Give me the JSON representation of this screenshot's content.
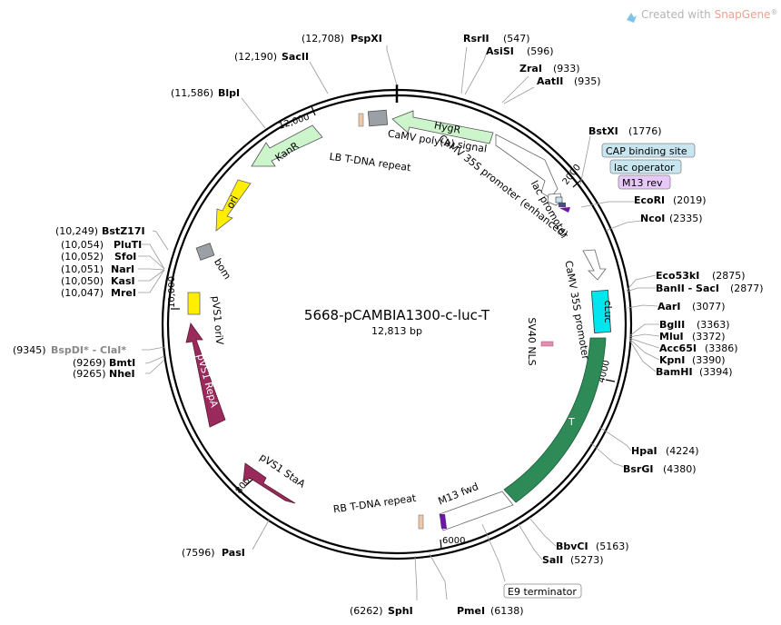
{
  "watermark": {
    "prefix": "Created with ",
    "brand": "SnapGene",
    "mark": "®"
  },
  "plasmid": {
    "name": "5668-pCAMBIA1300-c-luc-T",
    "size": "12,813 bp"
  },
  "ticks": [
    "2000",
    "4000",
    "6000",
    "8000",
    "10,000",
    "12,000"
  ],
  "sites": [
    {
      "num": "(12,708)",
      "name": "PspXI"
    },
    {
      "num": "(12,190)",
      "name": "SacII"
    },
    {
      "num": "(11,586)",
      "name": "BlpI"
    },
    {
      "num": "(547)",
      "name": "RsrII"
    },
    {
      "num": "(596)",
      "name": "AsiSI"
    },
    {
      "num": "(933)",
      "name": "ZraI"
    },
    {
      "num": "(935)",
      "name": "AatII"
    },
    {
      "num": "(1776)",
      "name": "BstXI"
    },
    {
      "num": "(2019)",
      "name": "EcoRI"
    },
    {
      "num": "(2335)",
      "name": "NcoI"
    },
    {
      "num": "(2875)",
      "name": "Eco53kI"
    },
    {
      "num": "(2877)",
      "name": "BanII - SacI"
    },
    {
      "num": "(3077)",
      "name": "AarI"
    },
    {
      "num": "(3363)",
      "name": "BglII"
    },
    {
      "num": "(3372)",
      "name": "MluI"
    },
    {
      "num": "(3386)",
      "name": "Acc65I"
    },
    {
      "num": "(3390)",
      "name": "KpnI"
    },
    {
      "num": "(3394)",
      "name": "BamHI"
    },
    {
      "num": "(4224)",
      "name": "HpaI"
    },
    {
      "num": "(4380)",
      "name": "BsrGI"
    },
    {
      "num": "(5163)",
      "name": "BbvCI"
    },
    {
      "num": "(5273)",
      "name": "SalI"
    },
    {
      "num": "(6138)",
      "name": "PmeI"
    },
    {
      "num": "(6262)",
      "name": "SphI"
    },
    {
      "num": "(7596)",
      "name": "PasI"
    },
    {
      "num": "(9265)",
      "name": "NheI"
    },
    {
      "num": "(9269)",
      "name": "BmtI"
    },
    {
      "num": "(9345)",
      "name": "BspDI* - ClaI*"
    },
    {
      "num": "(10,047)",
      "name": "MreI"
    },
    {
      "num": "(10,050)",
      "name": "KasI"
    },
    {
      "num": "(10,051)",
      "name": "NarI"
    },
    {
      "num": "(10,052)",
      "name": "SfoI"
    },
    {
      "num": "(10,054)",
      "name": "PluTI"
    },
    {
      "num": "(10,249)",
      "name": "BstZ17I"
    }
  ],
  "boxed_features": [
    "CAP binding site",
    "lac operator",
    "M13 rev",
    "E9 terminator"
  ],
  "features": {
    "hygr": "HygR",
    "kanr": "KanR",
    "ori": "ori",
    "bom": "bom",
    "pvs1_ori": "pVS1 oriV",
    "pvs1_repa": "pVS1 RepA",
    "pvs1_staa": "pVS1 StaA",
    "cluc": "cLuc",
    "t": "T",
    "camv_polya": "CaMV poly(A) signal",
    "camv35s_enh": "CaMV 35S promoter (enhanced)",
    "lb": "LB T-DNA repeat",
    "lac_promoter": "lac promoter",
    "camv35s": "CaMV 35S promoter",
    "sv40": "SV40 NLS",
    "rb": "RB T-DNA repeat",
    "m13fwd": "M13 fwd"
  },
  "colors": {
    "hygr": "#ccf5cc",
    "kanr": "#ccf5cc",
    "ori": "#ffee00",
    "pvs1_ori": "#ffee00",
    "bom": "#9aa0a6",
    "pvs1": "#9b2a5c",
    "cluc": "#00e5ee",
    "t": "#2e8b57",
    "promoter": "#ffffff",
    "lb_rb": "#f0c8a8",
    "cap_box": "#c8e6f0",
    "lac_box": "#c8e6f0",
    "m13_box": "#e8c8f8"
  }
}
